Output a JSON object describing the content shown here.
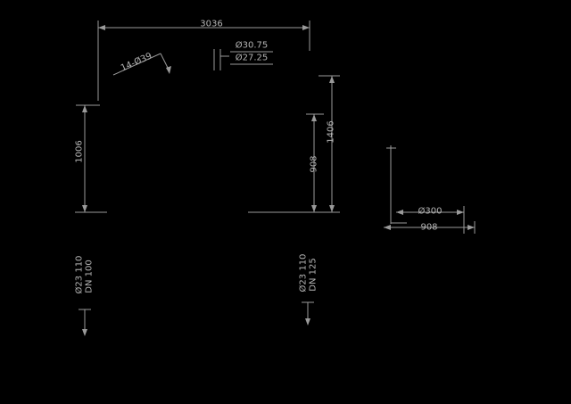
{
  "colors": {
    "background": "#000000",
    "lines": "#9a9a9a",
    "text": "#b4b4b4"
  },
  "main_view": {
    "dim_overall_width": "3036",
    "dim_bolt_holes": "14-Ø39",
    "nozzle_top": {
      "outer": "Ø30.75",
      "inner": "Ø27.25"
    },
    "dim_left_height": "1006",
    "dim_right_outer": "1406",
    "dim_right_inner": "908",
    "nozzle_bottom_left": {
      "line1": "Ø23 110",
      "line2": "DN 100"
    },
    "nozzle_bottom_right": {
      "line1": "Ø23 110",
      "line2": "DN 125"
    }
  },
  "side_view": {
    "dim_diameter": "Ø300",
    "dim_length": "908"
  }
}
